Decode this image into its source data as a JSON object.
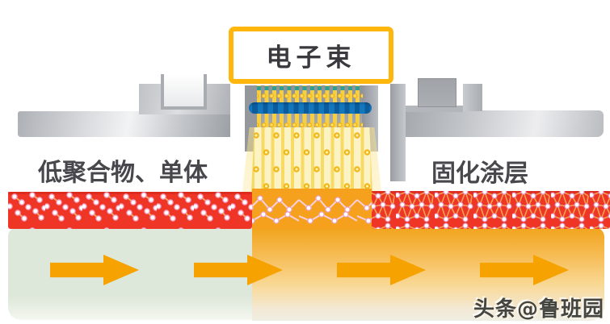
{
  "diagram": {
    "title_box": {
      "label": "电子束"
    },
    "labels": {
      "left": "低聚合物、单体",
      "right": "固化涂层"
    },
    "watermark": "头条@鲁班园",
    "flow": {
      "direction": "right",
      "arrow_count": 4
    },
    "icons": {
      "flow_arrow": "right-arrow",
      "electron": "small-yellow-circle"
    },
    "colors": {
      "beam_box_border": "#FFB60D",
      "beam_rays_yellow": "#F6D45C",
      "beam_background": "#FBF2C2",
      "emitter_window_blue": "#1377BD",
      "emitter_dash_blue": "#0B5C9C",
      "cathode_teal": "#2F9F8F",
      "uncured_coating_red": "#EF3626",
      "curing_zone_orange": "#F6A11E",
      "molecule_dot": "#FFFFFF",
      "molecule_bond": "#F6A85A",
      "substrate_left_green": "#DEE8DA",
      "substrate_right_orange_top": "#F2A41C",
      "arrow_orange": "#F6A201",
      "machine_gray": "#B9BCC0",
      "label_text": "#48484C"
    }
  }
}
